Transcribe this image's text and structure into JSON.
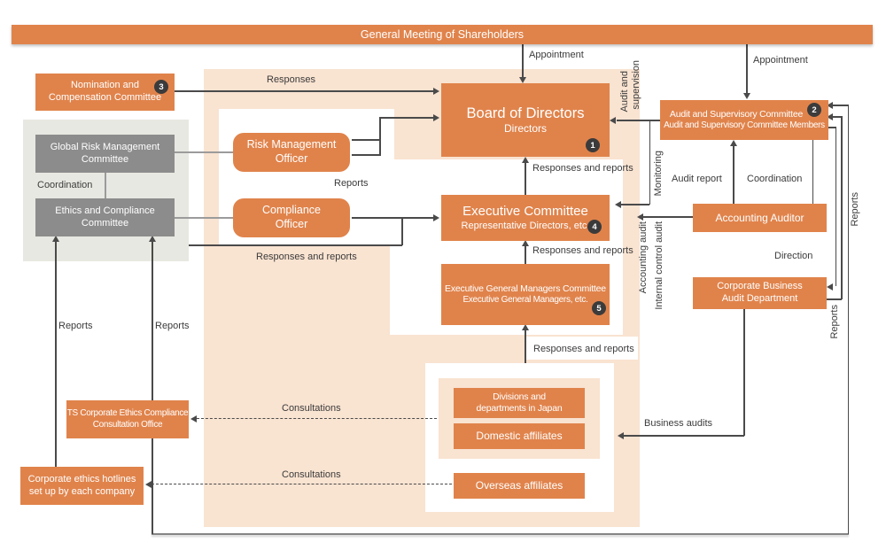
{
  "banner": {
    "title": "General Meeting of Shareholders"
  },
  "nodes": {
    "nomination": {
      "line1": "Nomination and",
      "line2": "Compensation Committee",
      "badge": "3"
    },
    "global_risk": {
      "line1": "Global Risk Management",
      "line2": "Committee"
    },
    "ethics": {
      "line1": "Ethics and Compliance",
      "line2": "Committee"
    },
    "risk_officer": {
      "line1": "Risk Management",
      "line2": "Officer"
    },
    "compliance_officer": {
      "line1": "Compliance",
      "line2": "Officer"
    },
    "board": {
      "title": "Board of Directors",
      "subtitle": "Directors",
      "badge": "1"
    },
    "executive_committee": {
      "title": "Executive Committee",
      "subtitle": "Representative Directors, etc.",
      "badge": "4"
    },
    "egm_committee": {
      "title": "Executive General Managers Committee",
      "subtitle": "Executive General Managers, etc.",
      "badge": "5"
    },
    "audit_committee": {
      "title": "Audit and Supervisory Committee",
      "subtitle": "Audit and Supervisory Committee Members",
      "badge": "2"
    },
    "accounting_auditor": {
      "title": "Accounting Auditor"
    },
    "corporate_business_audit": {
      "line1": "Corporate Business",
      "line2": "Audit Department"
    },
    "ts_office": {
      "line1": "TS Corporate Ethics Compliance",
      "line2": "Consultation Office"
    },
    "hotlines": {
      "line1": "Corporate ethics hotlines",
      "line2": "set up by each company"
    },
    "divisions": {
      "line1": "Divisions and",
      "line2": "departments in Japan"
    },
    "domestic": {
      "title": "Domestic affiliates"
    },
    "overseas": {
      "title": "Overseas affiliates"
    }
  },
  "labels": {
    "appointment_left": "Appointment",
    "appointment_right": "Appointment",
    "responses": "Responses",
    "reports_officer": "Reports",
    "coordination_left": "Coordination",
    "responses_reports_compliance": "Responses and reports",
    "responses_reports_board": "Responses and reports",
    "responses_reports_exec": "Responses and reports",
    "responses_reports_egmc": "Responses and reports",
    "audit_and": "Audit and",
    "supervision": "supervision",
    "monitoring": "Monitoring",
    "accounting_audit": "Accounting audit",
    "internal_control_audit": "Internal control audit",
    "audit_report": "Audit report",
    "coordination_right": "Coordination",
    "direction": "Direction",
    "reports_right_frame": "Reports",
    "reports_right_cbad": "Reports",
    "reports_left_1": "Reports",
    "reports_left_2": "Reports",
    "business_audits": "Business audits",
    "consultations_1": "Consultations",
    "consultations_2": "Consultations"
  },
  "colors": {
    "orange": "#e0834b",
    "peach": "#f9e3d1",
    "gray_box": "#8c8c8c",
    "gray_panel": "#e8e8e2",
    "badge": "#3b3b3b",
    "line": "#4a4a4a"
  }
}
